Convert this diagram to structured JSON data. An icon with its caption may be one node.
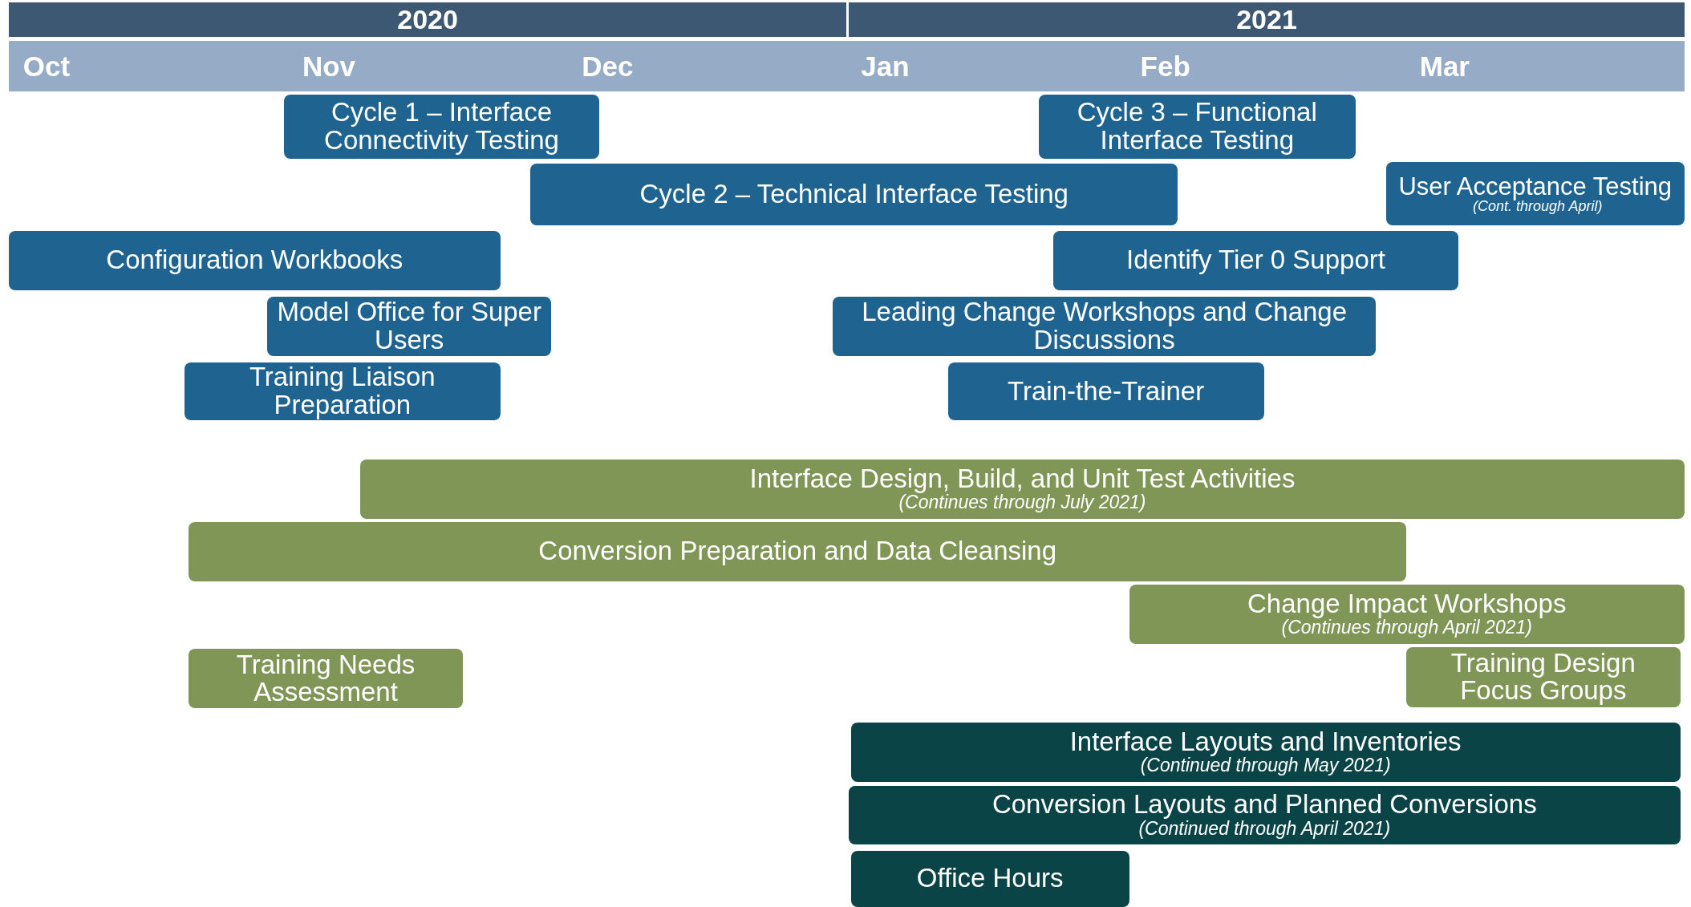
{
  "diagram": {
    "nodes": [
      {
        "text": [
          "2020"
        ]
      },
      {
        "text": [
          "2021"
        ]
      },
      {
        "text": [
          "Oct"
        ]
      },
      {
        "text": [
          "Nov"
        ]
      },
      {
        "text": [
          "Dec"
        ]
      },
      {
        "text": [
          "Jan"
        ]
      },
      {
        "text": [
          "Feb"
        ]
      },
      {
        "text": [
          "Mar"
        ]
      },
      {
        "text": [
          "Cycle 1 – Interface Connectivity Testing"
        ]
      },
      {
        "text": [
          "Cycle 3 – Functional Interface Testing"
        ]
      },
      {
        "text": [
          "Cycle 2 – Technical Interface Testing"
        ]
      },
      {
        "text": [
          "User Acceptance Testing",
          "(Cont. through April)"
        ]
      },
      {
        "text": [
          "Configuration Workbooks"
        ]
      },
      {
        "text": [
          "Identify Tier 0 Support"
        ]
      },
      {
        "text": [
          "Model Office for Super Users"
        ]
      },
      {
        "text": [
          "Leading Change Workshops and Change Discussions"
        ]
      },
      {
        "text": [
          "Training Liaison Preparation"
        ]
      },
      {
        "text": [
          "Train-the-Trainer"
        ]
      },
      {
        "text": [
          "Interface Design, Build, and Unit Test Activities",
          "(Continues through July 2021)"
        ]
      },
      {
        "text": [
          "Conversion Preparation and Data Cleansing"
        ]
      },
      {
        "text": [
          "Change Impact Workshops",
          "(Continues through April 2021)"
        ]
      },
      {
        "text": [
          "Training Needs Assessment"
        ]
      },
      {
        "text": [
          "Training Design Focus Groups"
        ]
      },
      {
        "text": [
          "Interface Layouts and Inventories",
          "(Continued through May 2021)"
        ]
      },
      {
        "text": [
          "Conversion Layouts and Planned Conversions",
          "(Continued through April 2021)"
        ]
      },
      {
        "text": [
          "Office Hours"
        ]
      }
    ]
  }
}
